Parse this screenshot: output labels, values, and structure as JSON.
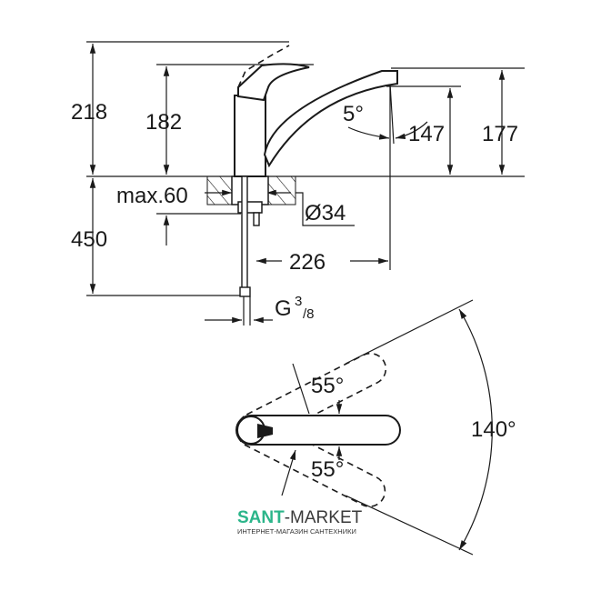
{
  "dimensions": {
    "total_height": "218",
    "lever_height": "182",
    "spout_height": "177",
    "outlet_height": "147",
    "tilt_angle": "5°",
    "max_thickness": "max.60",
    "hole_diameter": "Ø34",
    "below_counter": "450",
    "reach": "226",
    "connection_g": "G",
    "connection_num": "3",
    "connection_den": "/8",
    "swivel_angle": "140°",
    "lever_angle_up": "55°",
    "lever_angle_down": "55°"
  },
  "watermark": {
    "brand_part1": "SANT",
    "brand_part2": "-MARKET",
    "tagline": "ИНТЕРНЕТ-МАГАЗИН САНТЕХНИКИ",
    "color1": "#2bb58a",
    "color2": "#3a3a3a"
  }
}
